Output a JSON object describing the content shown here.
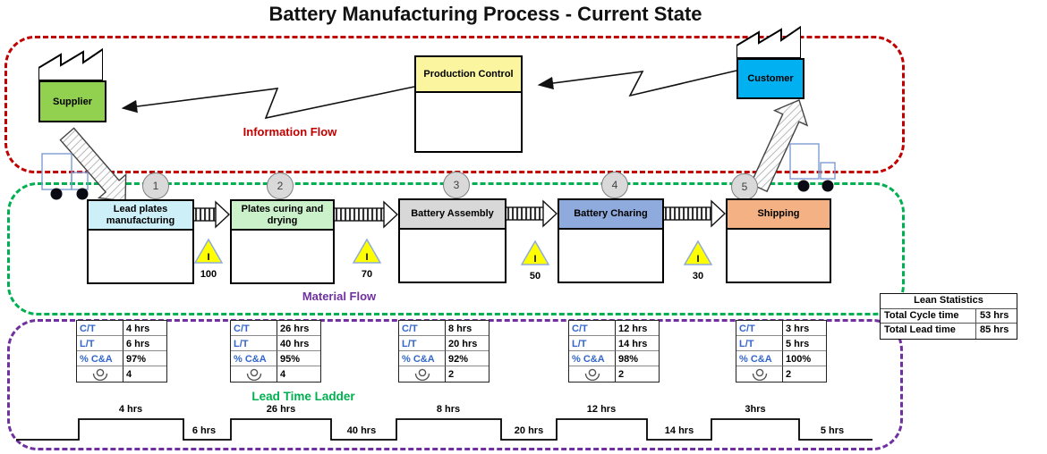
{
  "title": "Battery Manufacturing Process - Current State",
  "sections": {
    "information_flow_label": "Information Flow",
    "material_flow_label": "Material Flow",
    "lead_time_ladder_label": "Lead Time Ladder"
  },
  "entities": {
    "supplier": "Supplier",
    "production_control": "Production Control",
    "customer": "Customer"
  },
  "processes": [
    {
      "number": "1",
      "name": "Lead plates manufacturing",
      "color": "#CDEFF7",
      "ct": "4 hrs",
      "lt": "6 hrs",
      "ca": "97%",
      "operators": "4"
    },
    {
      "number": "2",
      "name": "Plates curing and drying",
      "color": "#CBF1CB",
      "ct": "26 hrs",
      "lt": "40 hrs",
      "ca": "95%",
      "operators": "4"
    },
    {
      "number": "3",
      "name": "Battery Assembly",
      "color": "#D8D8D8",
      "ct": "8 hrs",
      "lt": "20 hrs",
      "ca": "92%",
      "operators": "2"
    },
    {
      "number": "4",
      "name": "Battery Charing",
      "color": "#8FAADC",
      "ct": "12 hrs",
      "lt": "14 hrs",
      "ca": "98%",
      "operators": "2"
    },
    {
      "number": "5",
      "name": "Shipping",
      "color": "#F4B183",
      "ct": "3 hrs",
      "lt": "5 hrs",
      "ca": "100%",
      "operators": "2"
    }
  ],
  "inventory": {
    "icon_letter": "I",
    "counts": [
      "100",
      "70",
      "50",
      "30"
    ]
  },
  "metric_labels": {
    "ct": "C/T",
    "lt": "L/T",
    "ca": "% C&A"
  },
  "lead_time_ladder": {
    "top_values": [
      "4 hrs",
      "26 hrs",
      "8 hrs",
      "12 hrs",
      "3hrs"
    ],
    "bottom_values": [
      "6 hrs",
      "40 hrs",
      "20 hrs",
      "14 hrs",
      "5 hrs"
    ]
  },
  "lean_statistics": {
    "title": "Lean Statistics",
    "rows": [
      {
        "label": "Total Cycle time",
        "value": "53 hrs"
      },
      {
        "label": "Total Lead time",
        "value": "85 hrs"
      }
    ]
  },
  "colors": {
    "information_flow_border": "#C00000",
    "material_flow_border": "#00B050",
    "lead_time_ladder_border": "#7030A0",
    "supplier": "#92D050",
    "production_control": "#FBF5A0",
    "customer": "#00B0F0",
    "inventory_triangle": "#FFFF00",
    "metric_label_blue": "#3366CC"
  }
}
